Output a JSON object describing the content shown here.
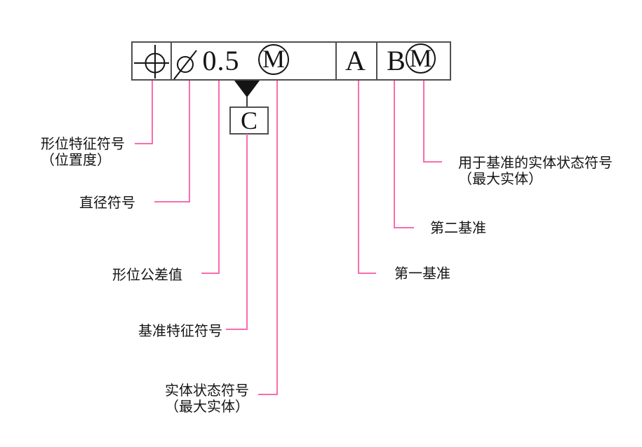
{
  "colors": {
    "leader_line": "#f96cae",
    "ink": "#141414",
    "frame_border": "#4f4f4f",
    "background": "#ffffff"
  },
  "frame": {
    "tolerance_value": "0.5",
    "mmc_letter": "M",
    "primary_datum": "A",
    "secondary_datum": "B"
  },
  "datum_feature_letter": "C",
  "labels": [
    {
      "lines": [
        "形位特征符号",
        "（位置度）"
      ]
    },
    {
      "lines": [
        "直径符号"
      ]
    },
    {
      "lines": [
        "形位公差值"
      ]
    },
    {
      "lines": [
        "基准特征符号"
      ]
    },
    {
      "lines": [
        "实体状态符号",
        "（最大实体）"
      ]
    },
    {
      "lines": [
        "第一基准"
      ]
    },
    {
      "lines": [
        "第二基准"
      ]
    },
    {
      "lines": [
        "用于基准的实体状态符号",
        "（最大实体）"
      ]
    }
  ]
}
